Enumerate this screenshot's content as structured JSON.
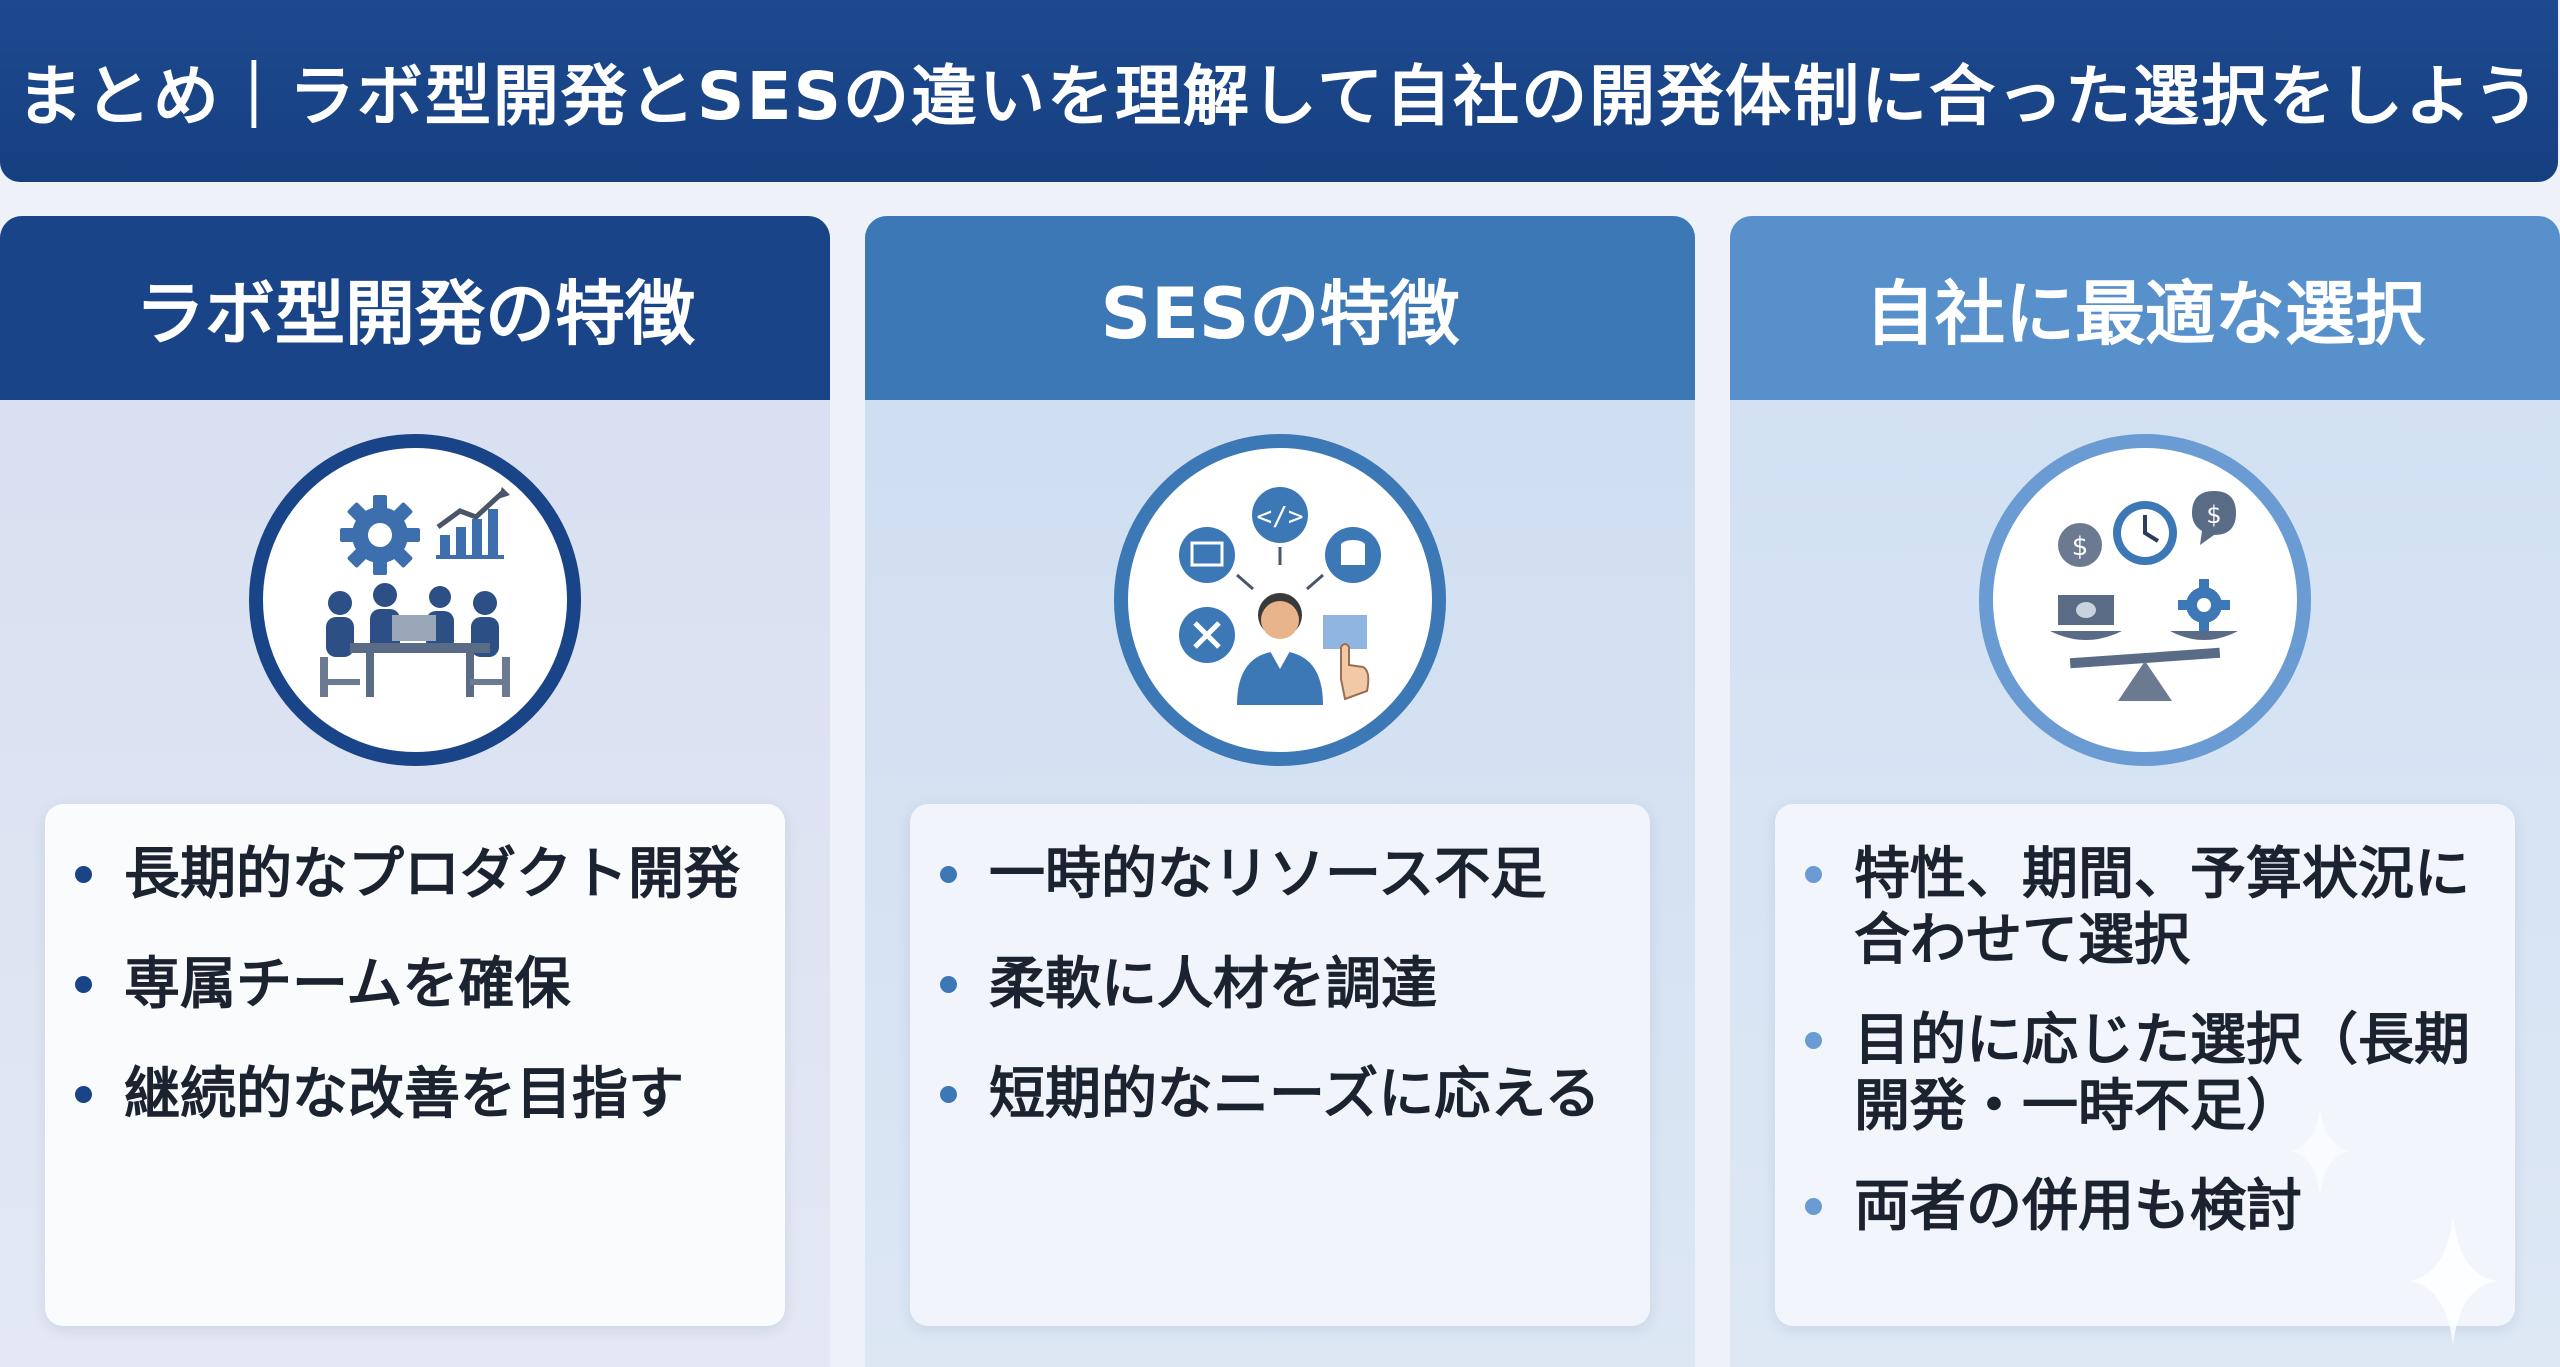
{
  "banner": {
    "title": "まとめ｜ラボ型開発とSESの違いを理解して自社の開発体制に合った選択をしよう"
  },
  "columns": [
    {
      "title": "ラボ型開発の特徴",
      "icon": "team-meeting-icon",
      "bullets": [
        "長期的なプロダクト開発",
        "専属チームを確保",
        "継続的な改善を目指す"
      ]
    },
    {
      "title": "SESの特徴",
      "icon": "engineer-skills-icon",
      "bullets": [
        "一時的なリソース不足",
        "柔軟に人材を調達",
        "短期的なニーズに応える"
      ]
    },
    {
      "title": "自社に最適な選択",
      "icon": "balance-scale-icon",
      "bullets": [
        "特性、期間、予算状況に合わせて選択",
        "目的に応じた選択（長期開発・一時不足）",
        "両者の併用も検討"
      ]
    }
  ],
  "colors": {
    "navy": "#1a4488",
    "mid_blue": "#3d78b6",
    "light_blue": "#5890cc"
  }
}
